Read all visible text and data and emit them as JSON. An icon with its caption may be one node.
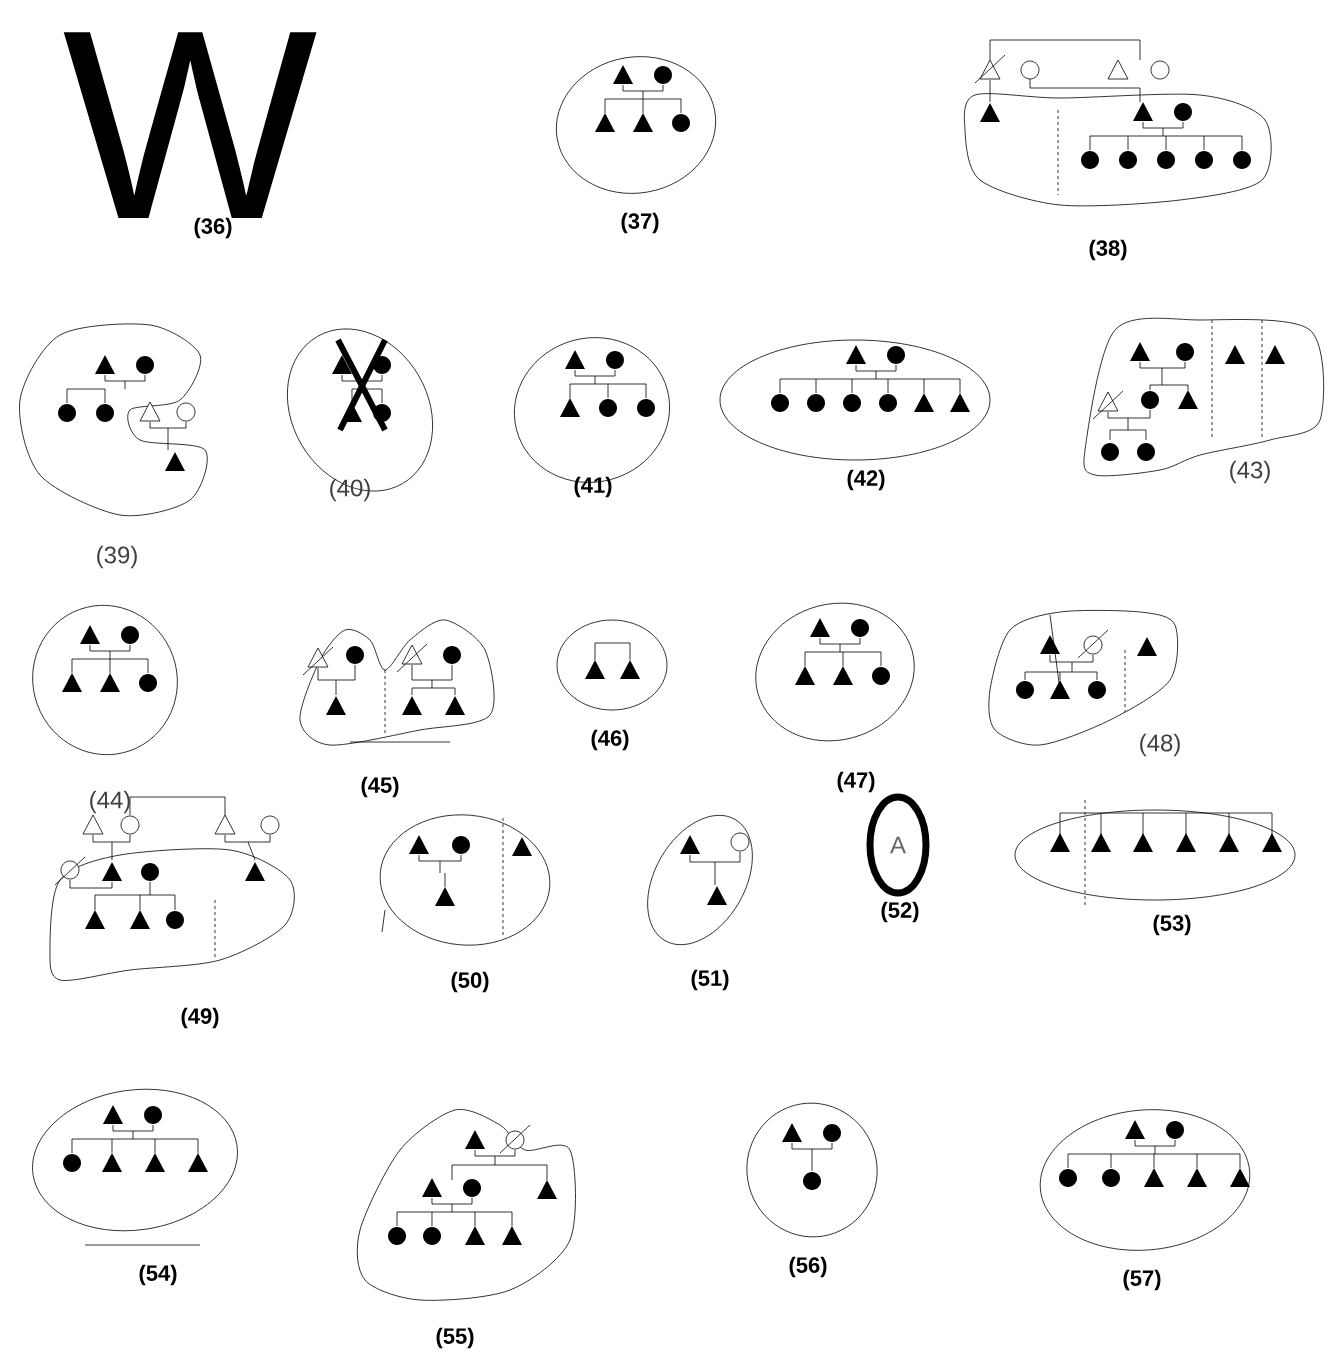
{
  "diagram": {
    "nodes": [
      {
        "text": [
          "A"
        ]
      }
    ],
    "labels": [
      "W",
      "(36)",
      "(37)",
      "(38)",
      "(39)",
      "(40)",
      "(41)",
      "(42)",
      "(43)",
      "(44)",
      "(45)",
      "(46)",
      "(47)",
      "(48)",
      "(49)",
      "(50)",
      "(51)",
      "(52)",
      "(53)",
      "(54)",
      "(55)",
      "(56)",
      "(57)"
    ]
  }
}
